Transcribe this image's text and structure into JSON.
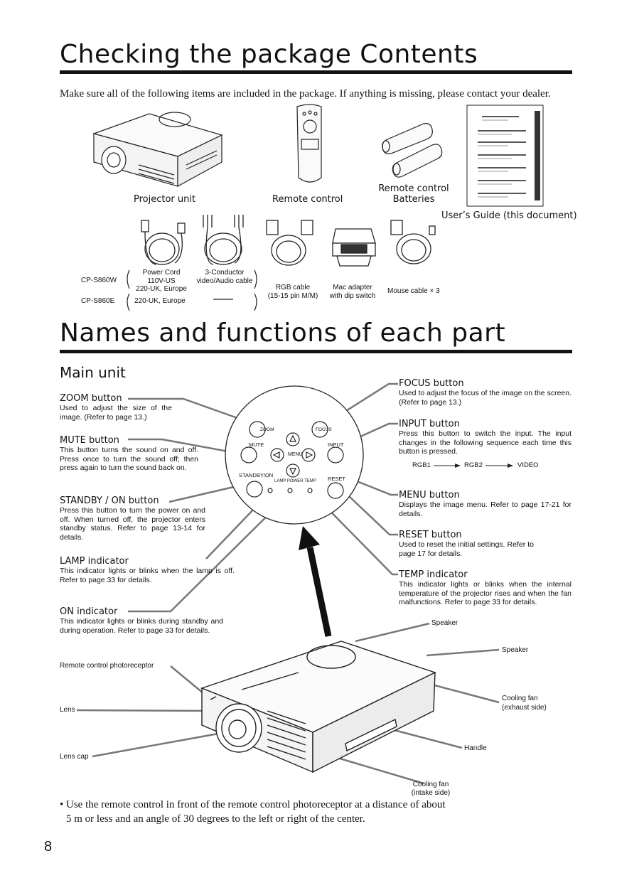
{
  "section1": {
    "title": "Checking the package Contents",
    "intro": "Make sure all of the following items are included in the package. If anything is missing, please contact your dealer."
  },
  "items": {
    "projector": "Projector unit",
    "remote": "Remote control",
    "batteries_1": "Remote control",
    "batteries_2": "Batteries",
    "guide": "User’s Guide (this document)"
  },
  "cables": {
    "model_w": "CP-S860W",
    "model_e": "CP-S860E",
    "power_1": "Power Cord",
    "power_2": "110V-US",
    "power_3": "220-UK, Europe",
    "power_e": "220-UK, Europe",
    "av_1": "3-Conductor",
    "av_2": "video/Audio cable",
    "rgb_1": "RGB cable",
    "rgb_2": "(15-15 pin M/M)",
    "mac_1": "Mac adapter",
    "mac_2": "with dip switch",
    "mouse": "Mouse cable × 3"
  },
  "section2": {
    "title": "Names and functions of each part",
    "subtitle": "Main unit"
  },
  "left_parts": [
    {
      "title": "ZOOM button",
      "desc": "Used to adjust the size of the image. (Refer to page 13.)"
    },
    {
      "title": "MUTE button",
      "desc": "This button turns the sound on and off. Press once to turn the sound off; then press again to turn the sound back on."
    },
    {
      "title": "STANDBY / ON button",
      "desc": "Press this button to turn the power on and off. When turned off, the projector enters standby status. Refer to page 13-14 for details."
    },
    {
      "title": "LAMP indicator",
      "desc": "This indicator lights or blinks when the lamp is off. Refer to page 33 for details."
    },
    {
      "title": "ON indicator",
      "desc": "This indicator lights or blinks during standby and during operation. Refer to page 33 for details."
    }
  ],
  "right_parts": [
    {
      "title": "FOCUS button",
      "desc": "Used to adjust the focus of the image on the screen. (Refer to page 13.)"
    },
    {
      "title": "INPUT button",
      "desc": "Press this button to switch the input. The input changes in the following sequence each time this button is pressed."
    },
    {
      "title": "MENU button",
      "desc": "Displays the image menu. Refer to page 17-21 for details."
    },
    {
      "title": "RESET button",
      "desc": "Used to reset the initial settings. Refer to page 17 for details."
    },
    {
      "title": "TEMP indicator",
      "desc": "This indicator lights or blinks when the internal temperature of the projector rises and when the fan malfunctions. Refer to page 33 for details."
    }
  ],
  "input_sequence": [
    "RGB1",
    "RGB2",
    "VIDEO"
  ],
  "panel": {
    "zoom": "ZOOM",
    "focus": "FOCUS",
    "mute": "MUTE",
    "input": "INPUT",
    "menu": "MENU",
    "standby": "STANDBY/ON",
    "reset": "RESET",
    "indicators": "LAMP POWER TEMP"
  },
  "callouts": {
    "speaker_top": "Speaker",
    "speaker_right": "Speaker",
    "photoreceptor": "Remote control photoreceptor",
    "lens": "Lens",
    "lens_cap": "Lens cap",
    "fan_exhaust_1": "Cooling fan",
    "fan_exhaust_2": "(exhaust side)",
    "handle": "Handle",
    "fan_intake_1": "Cooling fan",
    "fan_intake_2": "(intake side)"
  },
  "note": "• Use the remote control in front of the remote control photoreceptor at a distance of about 5 m or less and an angle of 30 degrees to the left or right of the center.",
  "page_number": "8"
}
